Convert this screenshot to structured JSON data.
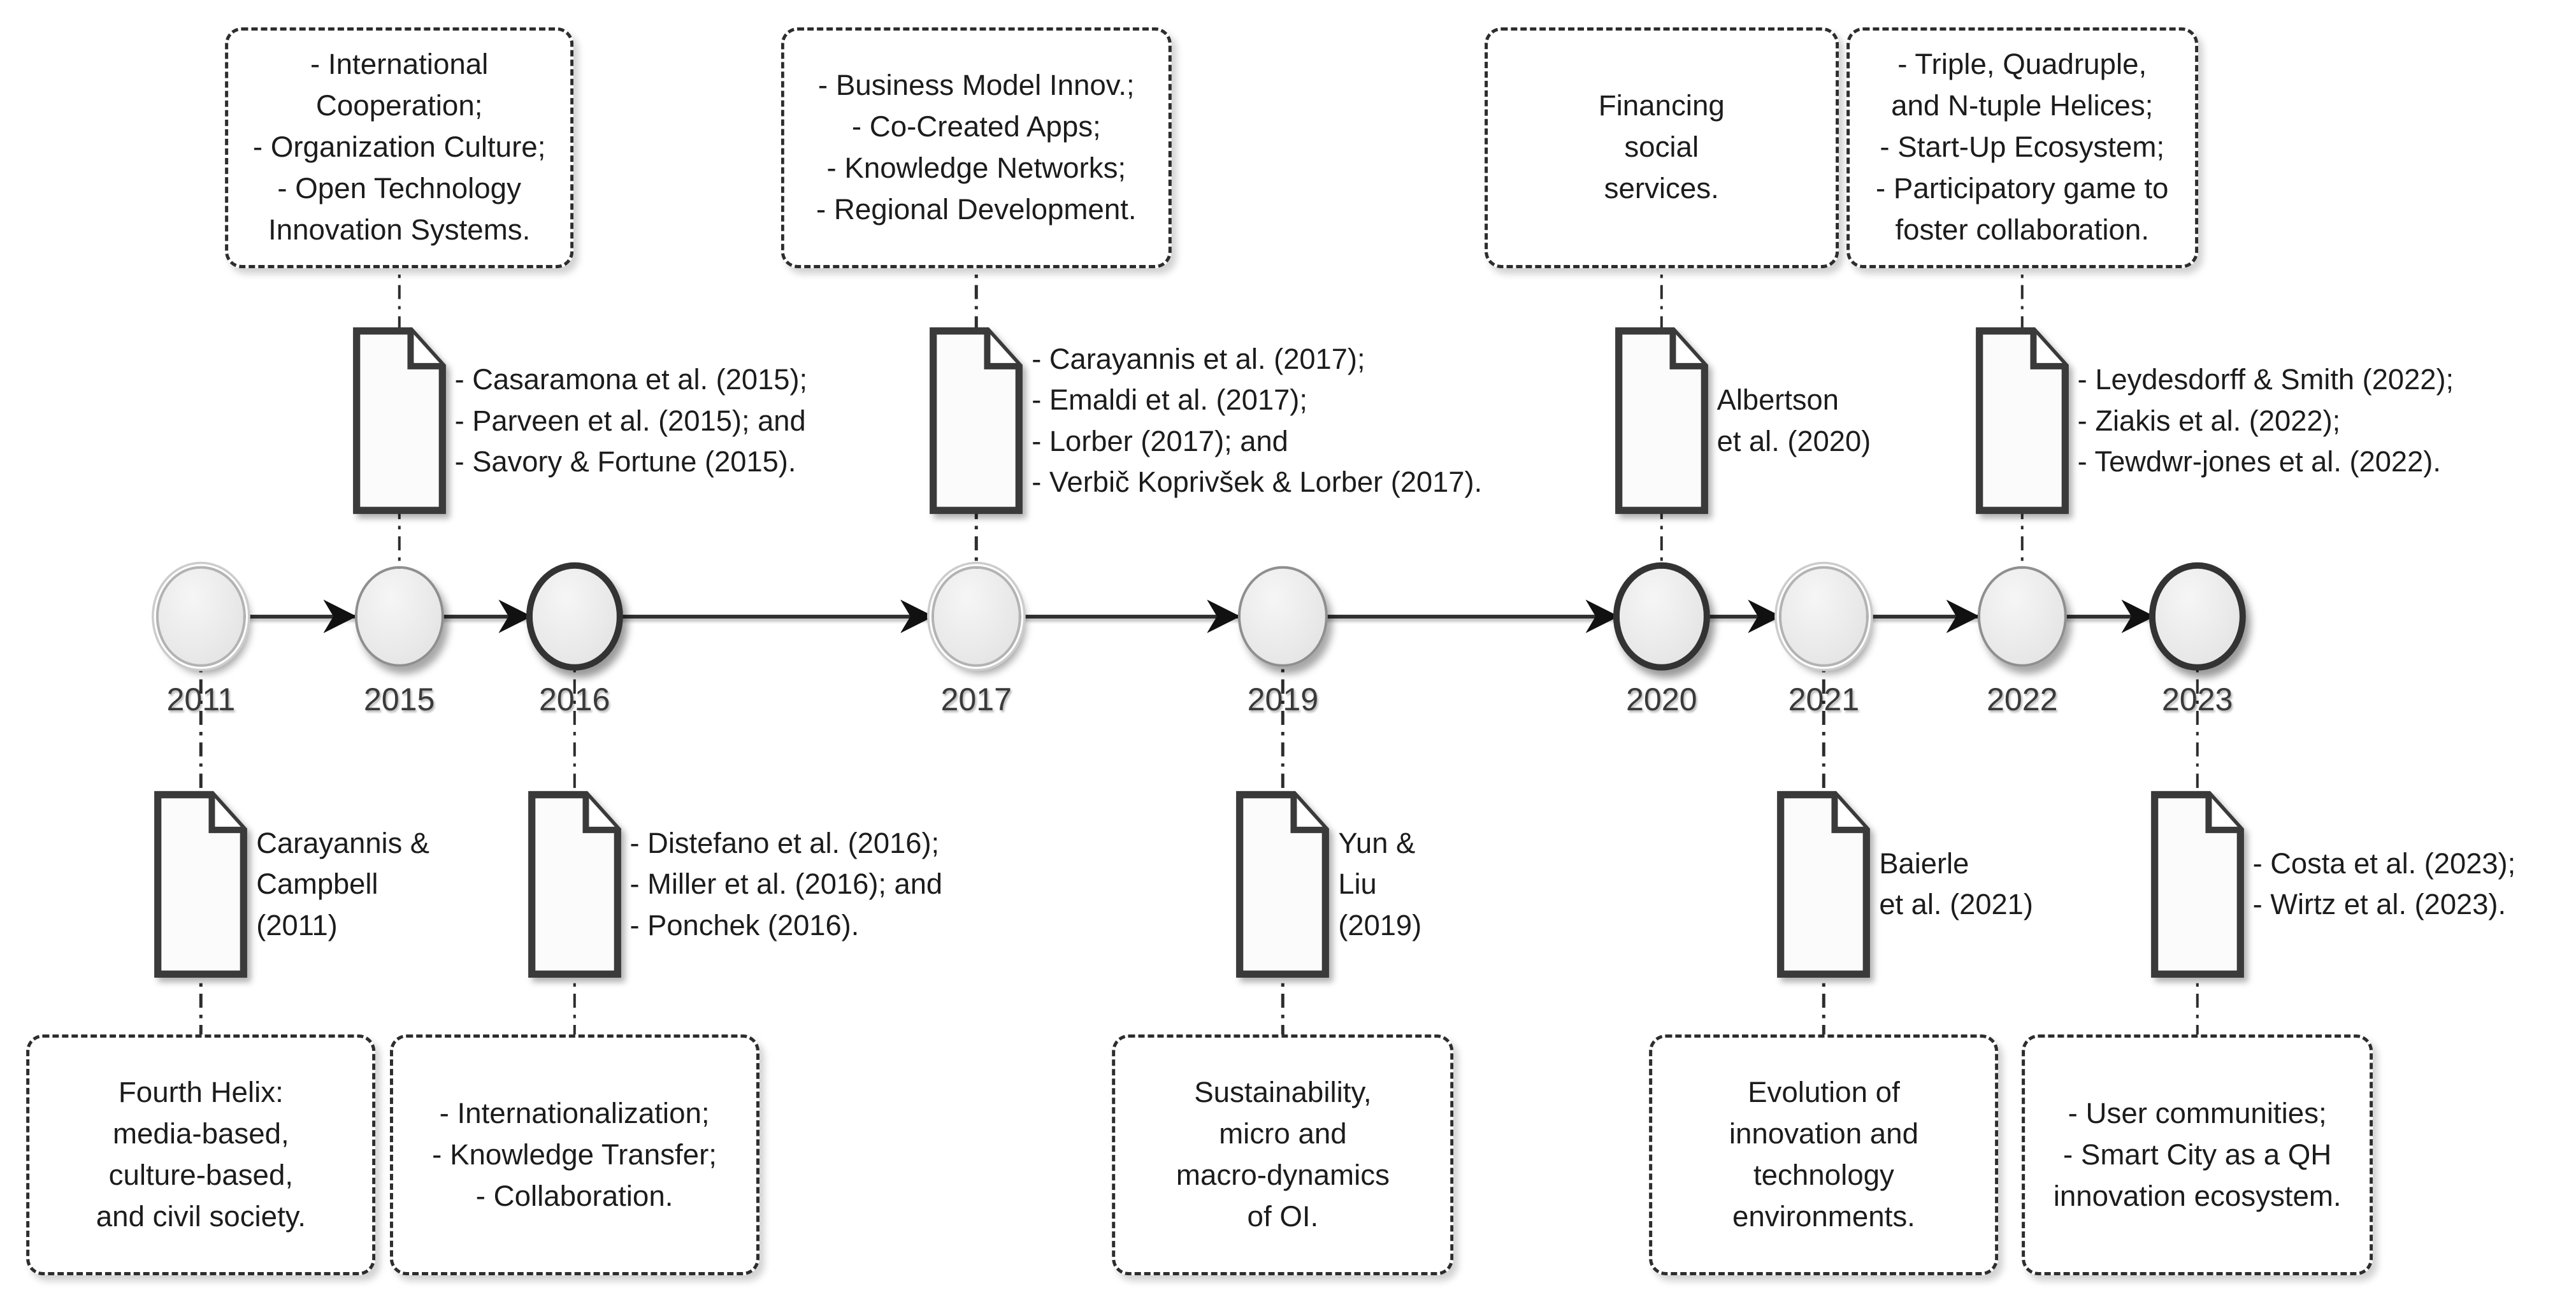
{
  "diagram": {
    "background_color": "#ffffff",
    "axis_color": "#2f2f2f",
    "axis_start_year": "2011",
    "axis_end_year": "2023",
    "node_fill_color": "#e9e9e9",
    "ring_colors": {
      "light": "#b3b3b3",
      "medium": "#8f8f8f",
      "dark": "#333333"
    },
    "events": [
      {
        "year": "2011",
        "x_pct": 7.8,
        "ring": "light",
        "side": "below",
        "arrow": false,
        "citation": [
          "Carayannis &",
          "Campbell",
          "(2011)"
        ],
        "topic": [
          "Fourth Helix:",
          "media-based,",
          "culture-based,",
          "and civil society."
        ],
        "box_width_pct": 13.3
      },
      {
        "year": "2015",
        "x_pct": 15.5,
        "ring": "medium",
        "side": "above",
        "arrow": true,
        "citation": [
          "- Casaramona et al. (2015);",
          "- Parveen et al. (2015); and",
          "- Savory & Fortune (2015)."
        ],
        "topic": [
          "- International",
          "Cooperation;",
          "- Organization Culture;",
          "- Open Technology",
          "Innovation Systems."
        ],
        "box_width_pct": 13.3
      },
      {
        "year": "2016",
        "x_pct": 22.3,
        "ring": "dark",
        "side": "below",
        "arrow": true,
        "citation": [
          "- Distefano et al. (2016);",
          "- Miller et al. (2016); and",
          "- Ponchek (2016)."
        ],
        "topic": [
          "- Internationalization;",
          "- Knowledge Transfer;",
          "- Collaboration."
        ],
        "box_width_pct": 14.1
      },
      {
        "year": "2017",
        "x_pct": 37.9,
        "ring": "light",
        "side": "above",
        "arrow": true,
        "citation": [
          "- Carayannis et al. (2017);",
          "- Emaldi et al. (2017);",
          "- Lorber (2017); and",
          "- Verbič Koprivšek & Lorber (2017)."
        ],
        "topic": [
          "- Business Model Innov.;",
          "- Co-Created Apps;",
          "- Knowledge Networks;",
          "- Regional Development."
        ],
        "box_width_pct": 14.9
      },
      {
        "year": "2019",
        "x_pct": 49.8,
        "ring": "medium",
        "side": "below",
        "arrow": true,
        "citation": [
          "Yun &",
          "Liu",
          "(2019)"
        ],
        "topic": [
          "Sustainability,",
          "micro and",
          "macro-dynamics",
          "of OI."
        ],
        "box_width_pct": 13.0
      },
      {
        "year": "2020",
        "x_pct": 64.5,
        "ring": "dark",
        "side": "above",
        "arrow": true,
        "citation": [
          "Albertson",
          "et al. (2020)"
        ],
        "topic": [
          "Financing",
          "social",
          "services."
        ],
        "box_width_pct": 13.5
      },
      {
        "year": "2021",
        "x_pct": 70.8,
        "ring": "light",
        "side": "below",
        "arrow": true,
        "citation": [
          "Baierle",
          "et al. (2021)"
        ],
        "topic": [
          "Evolution of",
          "innovation and",
          "technology",
          "environments."
        ],
        "box_width_pct": 13.3
      },
      {
        "year": "2022",
        "x_pct": 78.5,
        "ring": "medium",
        "side": "above",
        "arrow": true,
        "citation": [
          "- Leydesdorff & Smith (2022);",
          "- Ziakis et al. (2022);",
          "- Tewdwr-jones et al. (2022)."
        ],
        "topic": [
          "- Triple, Quadruple,",
          "and N-tuple Helices;",
          "- Start-Up Ecosystem;",
          "- Participatory game to",
          "foster collaboration."
        ],
        "box_width_pct": 13.4
      },
      {
        "year": "2023",
        "x_pct": 85.3,
        "ring": "dark",
        "side": "below",
        "arrow": true,
        "citation": [
          "- Costa et al. (2023);",
          "- Wirtz et al. (2023)."
        ],
        "topic": [
          "- User communities;",
          "- Smart City as a QH",
          "innovation ecosystem."
        ],
        "box_width_pct": 13.4
      }
    ]
  }
}
